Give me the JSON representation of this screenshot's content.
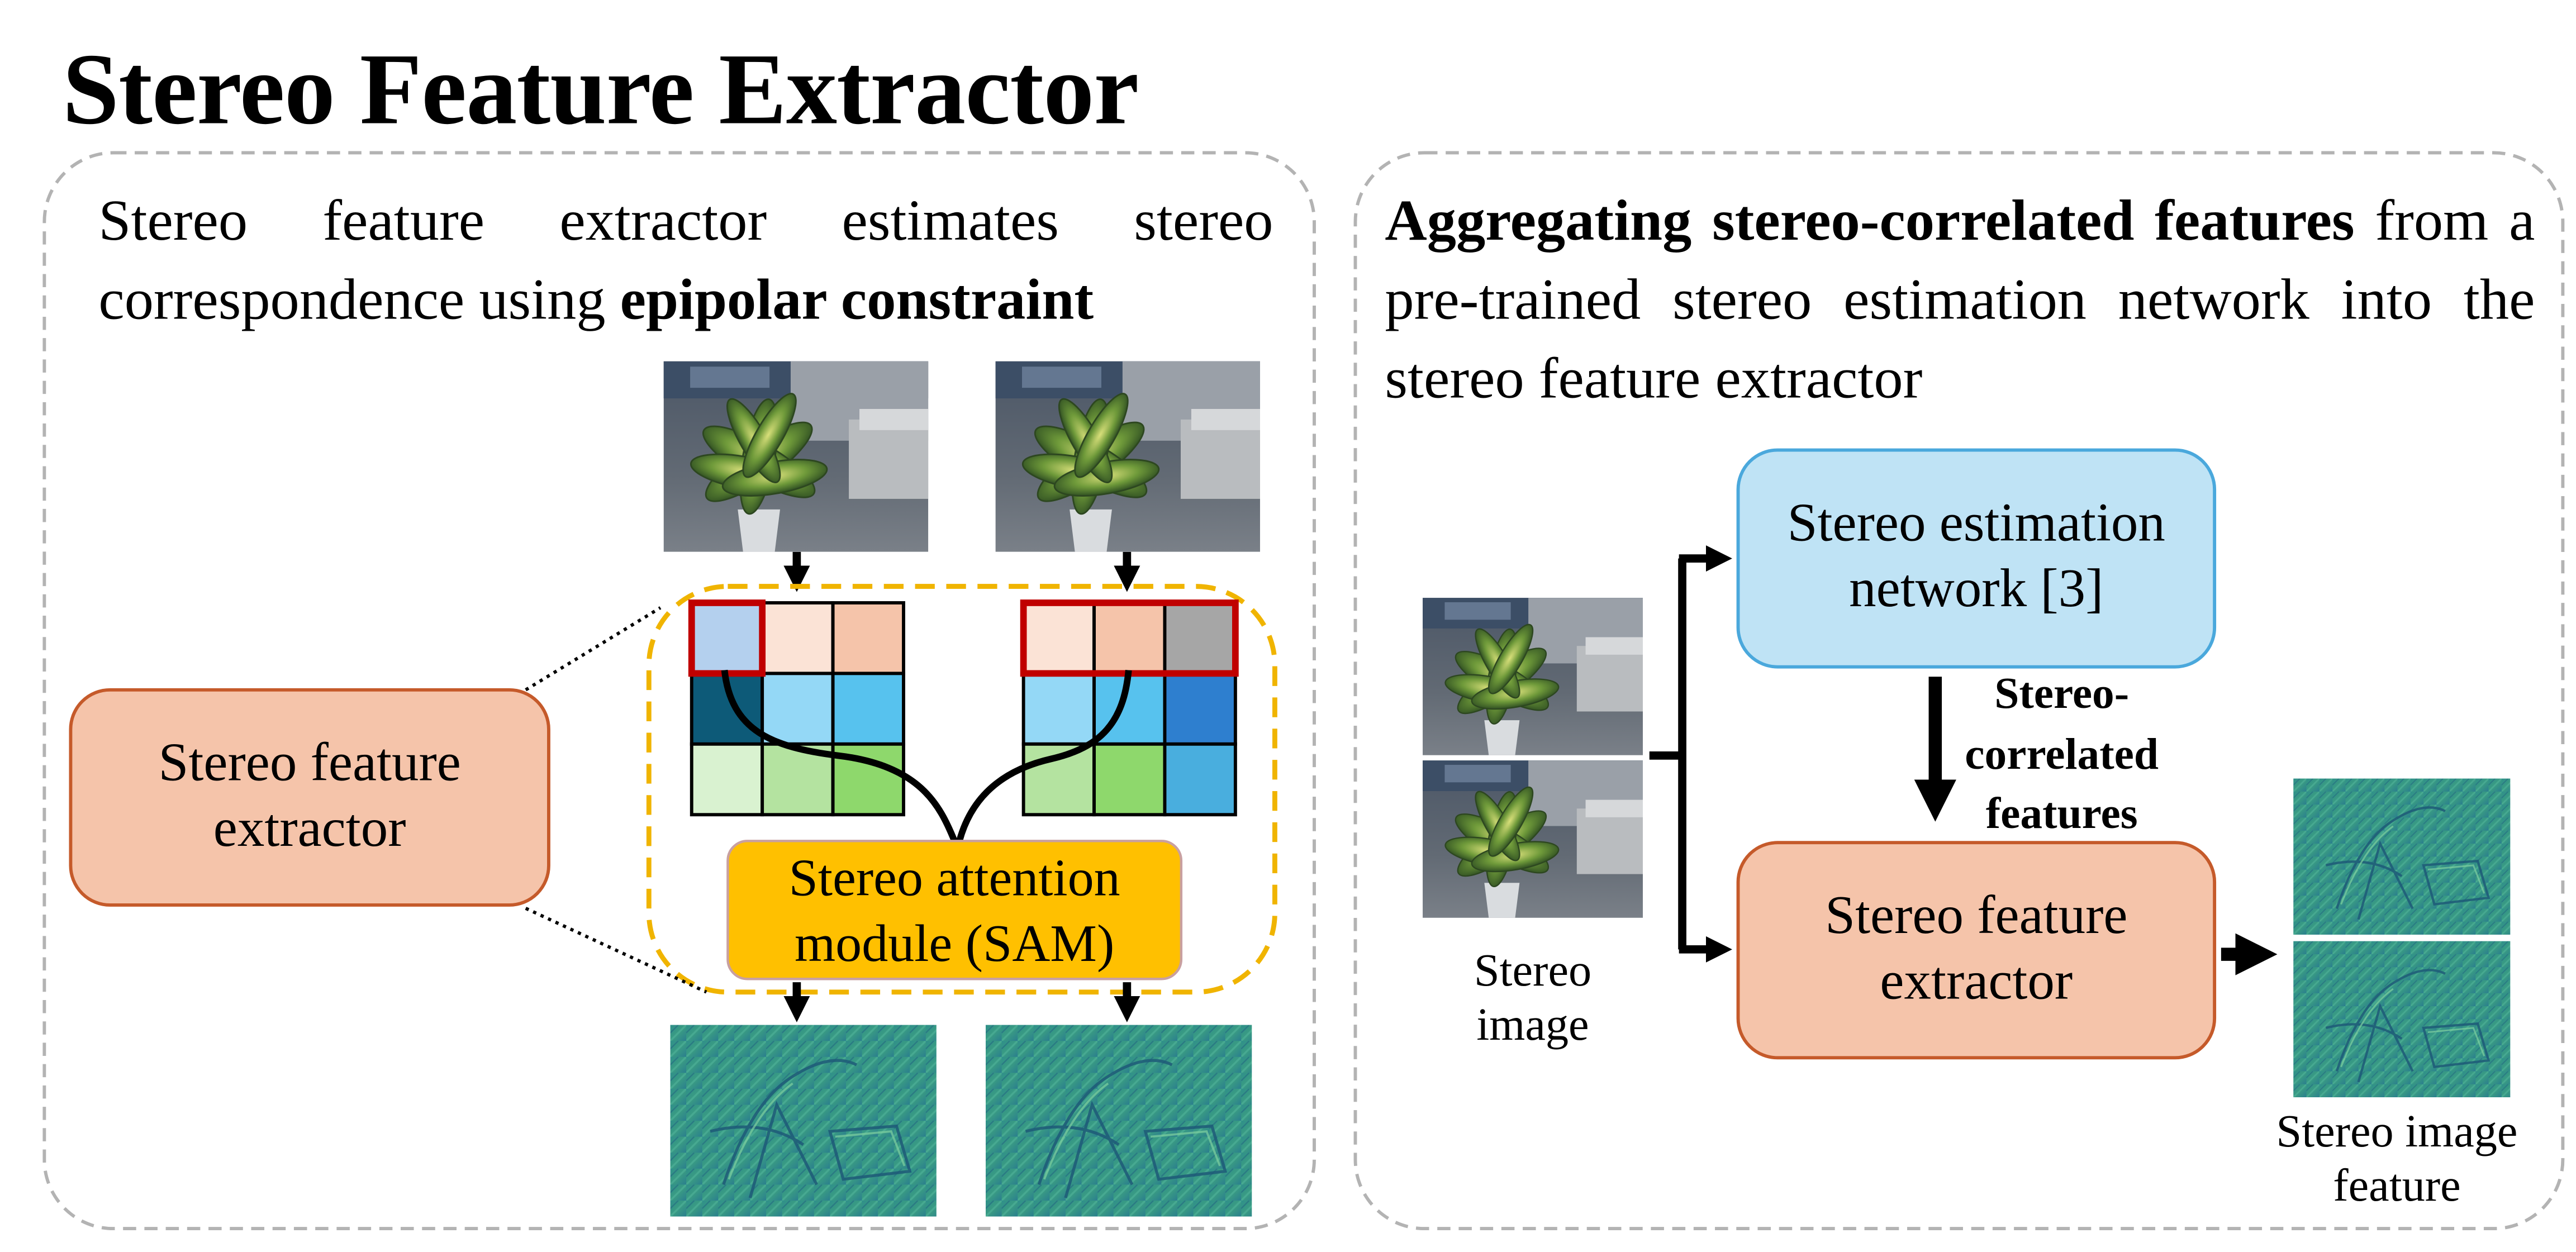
{
  "title": "Stereo Feature Extractor",
  "left_panel": {
    "desc_prefix": "Stereo feature extractor estimates stereo correspondence using ",
    "desc_bold": "epipolar constraint",
    "extractor_box_line1": "Stereo feature",
    "extractor_box_line2": "extractor",
    "sam_line1": "Stereo attention",
    "sam_line2": "module (SAM)"
  },
  "right_panel": {
    "desc_bold": "Aggregating stereo-correlated features",
    "desc_rest": " from a pre-trained stereo estimation network into the stereo feature extractor",
    "estimation_line1": "Stereo estimation",
    "estimation_line2": "network [3]",
    "correlated_line1": "Stereo-",
    "correlated_line2": "correlated",
    "correlated_line3": "features",
    "extractor_line1": "Stereo feature",
    "extractor_line2": "extractor",
    "input_line1": "Stereo",
    "input_line2": "image",
    "output_line1": "Stereo image",
    "output_line2": "feature"
  },
  "colors": {
    "panel_border": "#b3b3b3",
    "extractor_fill": "#f5c4aa",
    "extractor_stroke": "#c55a2a",
    "sam_fill": "#ffc000",
    "sam_dashed_border": "#f0b400",
    "estimation_fill": "#bfe3f5",
    "estimation_stroke": "#4aa8dc",
    "highlight_red": "#c00000",
    "feature_map": "#2d8f8a"
  }
}
